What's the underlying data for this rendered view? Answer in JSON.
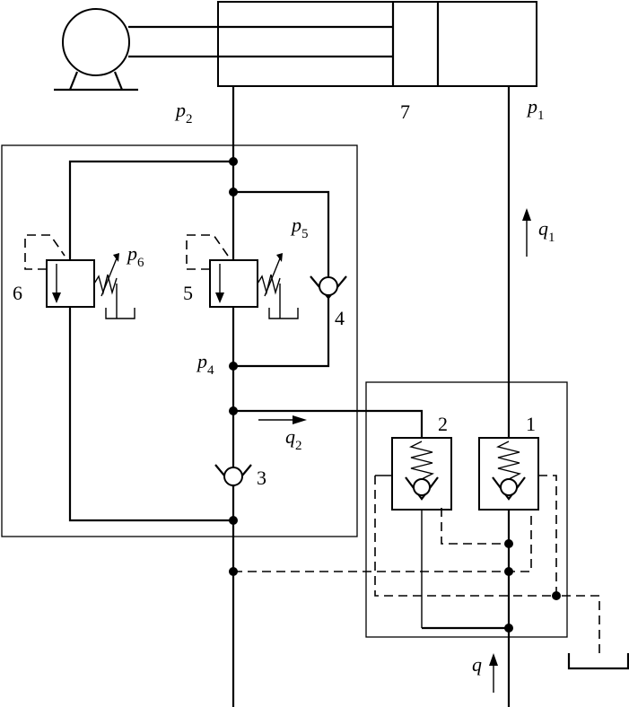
{
  "labels": {
    "p1": "p",
    "p1_sub": "1",
    "p2": "p",
    "p2_sub": "2",
    "p4": "p",
    "p4_sub": "4",
    "p5": "p",
    "p5_sub": "5",
    "p6": "p",
    "p6_sub": "6",
    "q": "q",
    "q1": "q",
    "q1_sub": "1",
    "q2": "q",
    "q2_sub": "2",
    "n1": "1",
    "n2": "2",
    "n3": "3",
    "n4": "4",
    "n5": "5",
    "n6": "6",
    "n7": "7"
  }
}
